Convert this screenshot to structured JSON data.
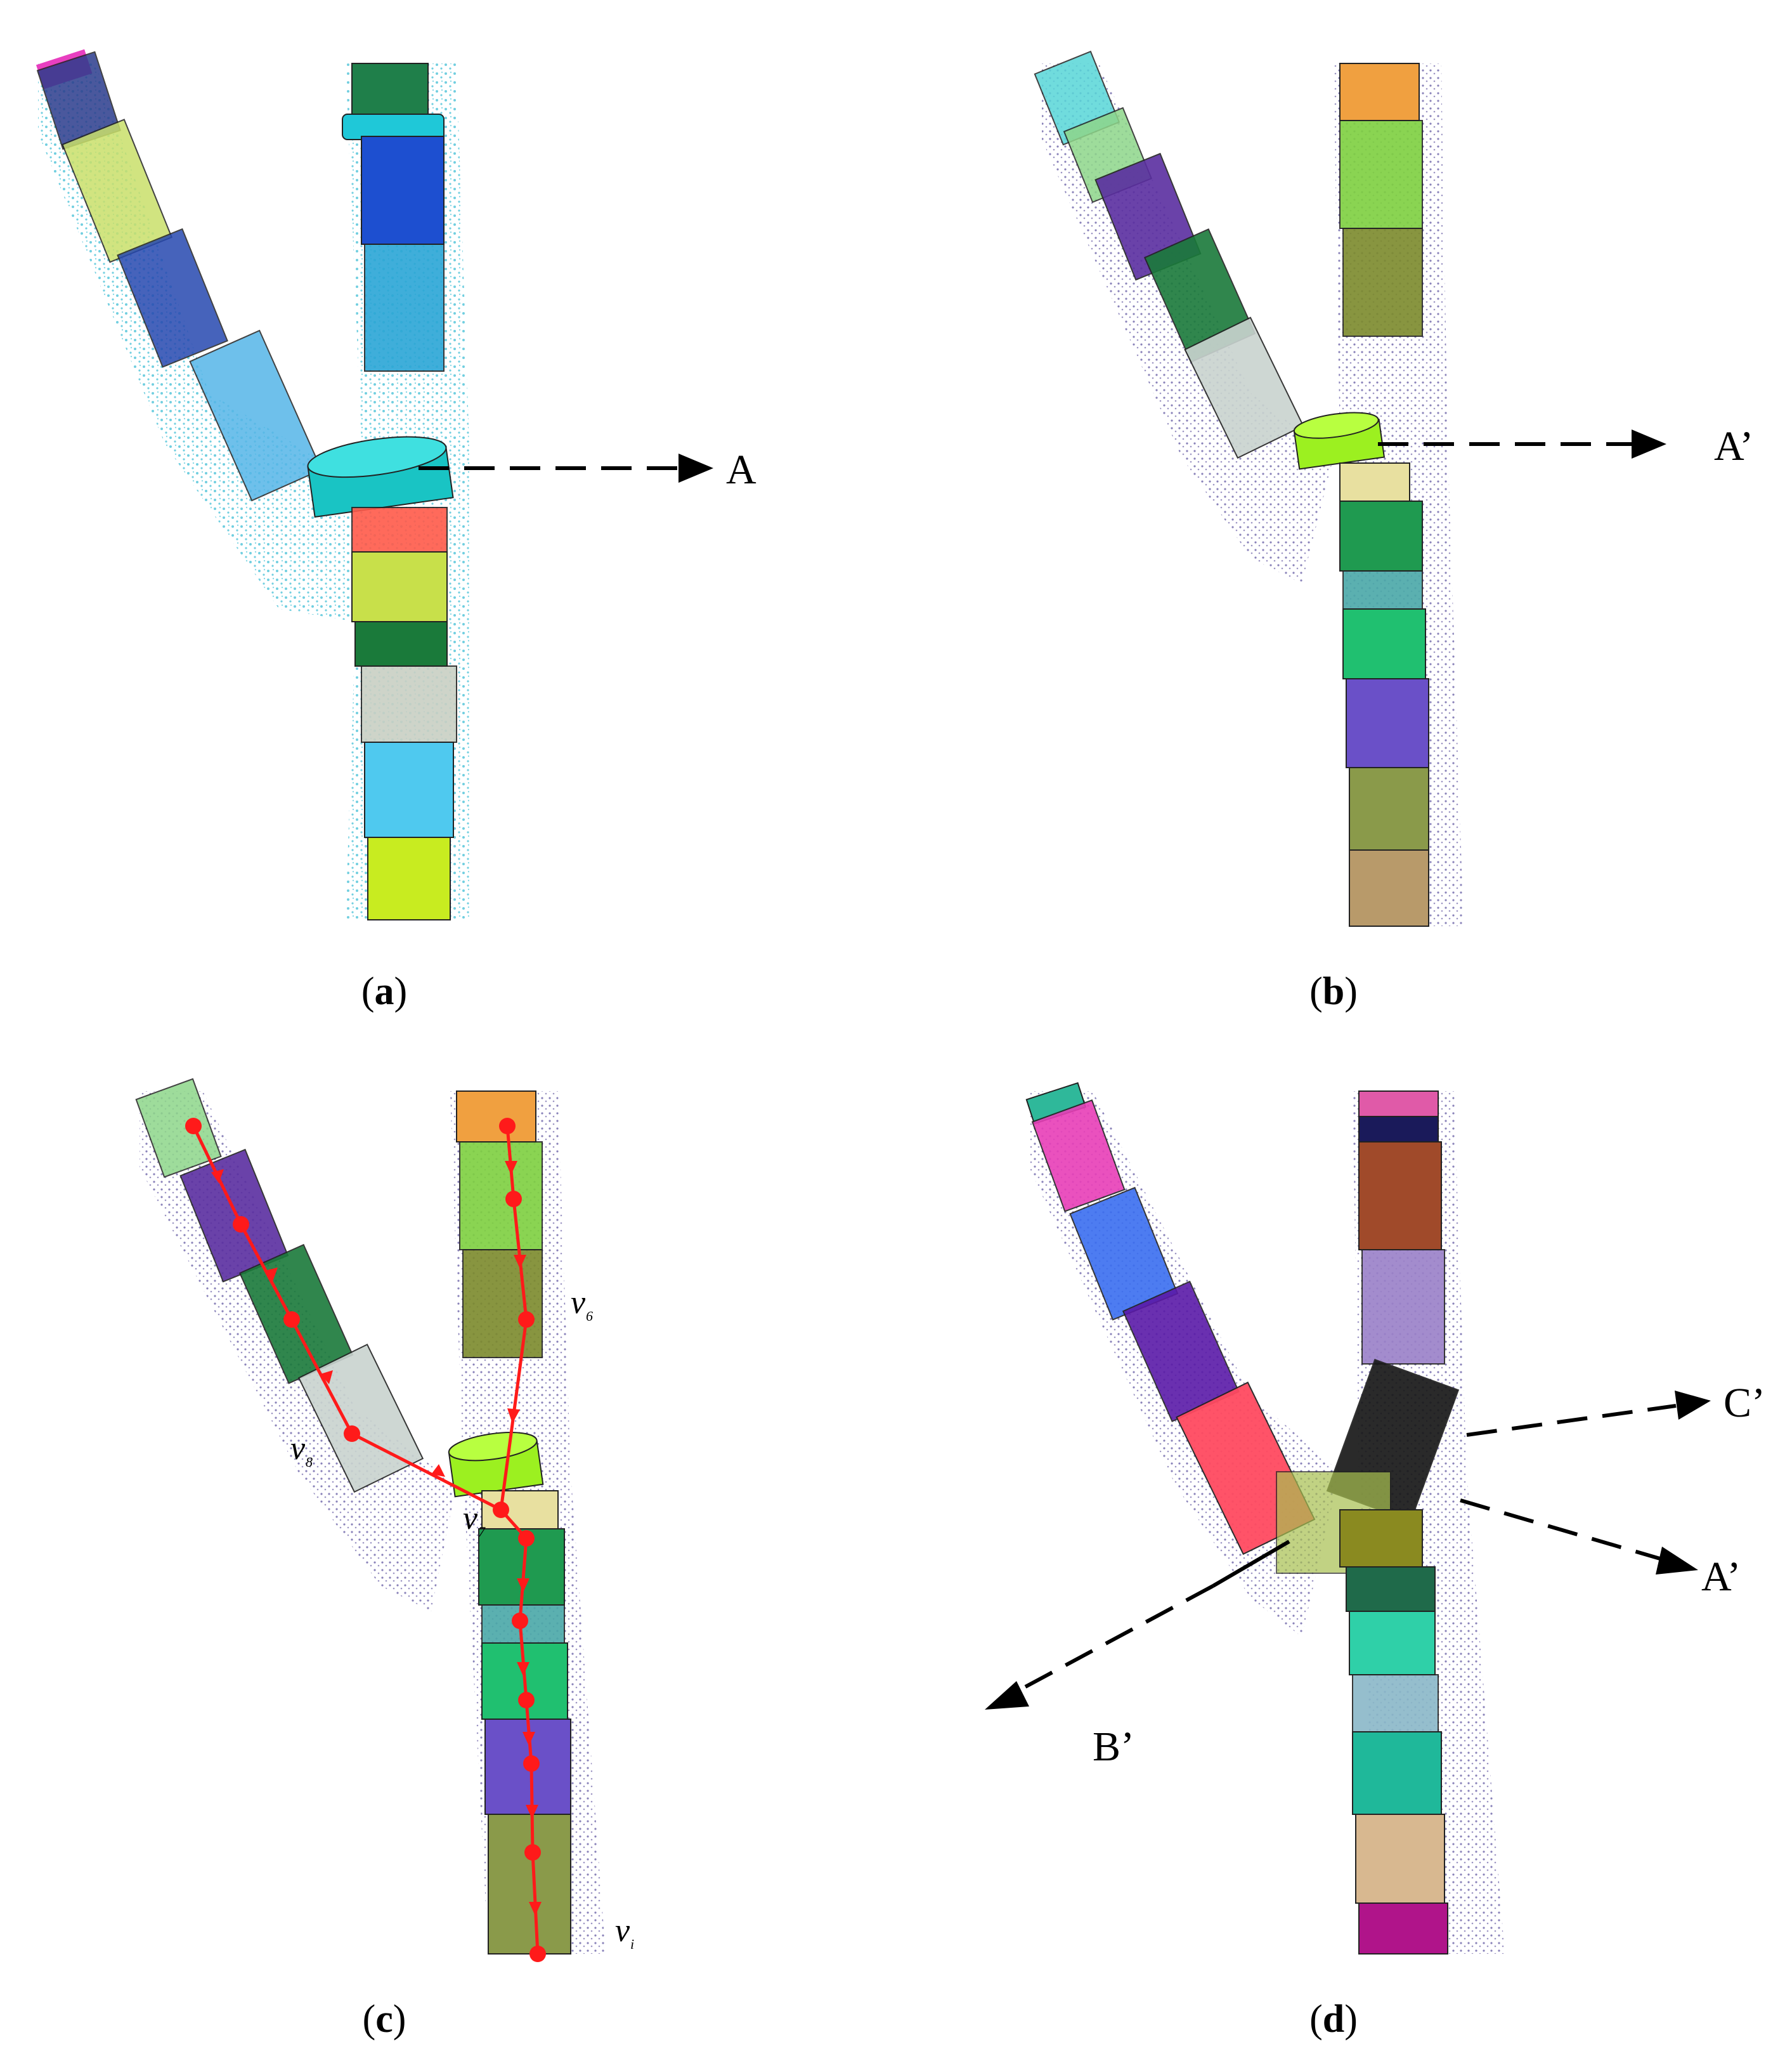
{
  "panels": [
    {
      "id": "a",
      "caption_open": "(",
      "caption_letter": "a",
      "caption_close": ")",
      "callouts": [
        "A"
      ]
    },
    {
      "id": "b",
      "caption_open": "(",
      "caption_letter": "b",
      "caption_close": ")",
      "callouts": [
        "A’"
      ]
    },
    {
      "id": "c",
      "caption_open": "(",
      "caption_letter": "c",
      "caption_close": ")",
      "callouts": [],
      "vertex_labels": [
        {
          "main": "v",
          "sub": "6"
        },
        {
          "main": "v",
          "sub": "8"
        },
        {
          "main": "v",
          "sub": "7"
        },
        {
          "main": "v",
          "sub": "i"
        }
      ]
    },
    {
      "id": "d",
      "caption_open": "(",
      "caption_letter": "d",
      "caption_close": ")",
      "callouts": [
        "C’",
        "A’",
        "B’"
      ]
    }
  ],
  "colors": {
    "points_a": "#4fc3d8",
    "points_bcd": "#4b3aa0",
    "path": "#ff1a1a",
    "arrow": "#000000"
  }
}
